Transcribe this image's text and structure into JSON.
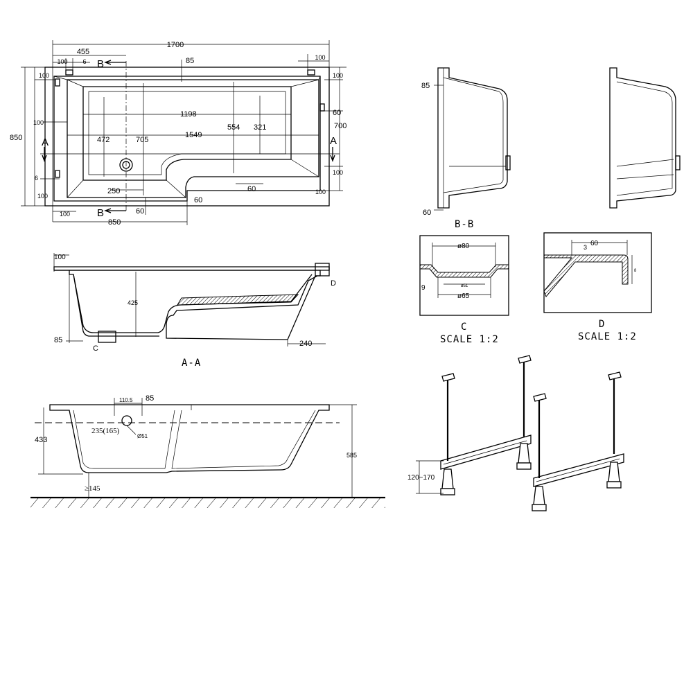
{
  "plan": {
    "dims": {
      "overall_width": "1700",
      "overall_depth": "850",
      "left_offset": "455",
      "top_left_100": "100",
      "top_left_6": "6",
      "rim_85": "85",
      "top_right_100": "100",
      "left_100_top": "100",
      "left_100_mid": "100",
      "left_6": "6",
      "left_100_bot": "100",
      "inner_1198": "1198",
      "inner_1549": "1549",
      "inner_472": "472",
      "inner_705": "705",
      "inner_554": "554",
      "inner_321": "321",
      "right_100_top": "100",
      "right_60": "60",
      "right_700": "700",
      "right_100_bot": "100",
      "right_100_b2": "100",
      "bottom_60_a": "60",
      "bottom_60_b": "60",
      "bottom_60_c": "60",
      "bottom_250": "250",
      "bottom_100": "100",
      "bottom_850": "850"
    },
    "section_labels": {
      "a_left": "A",
      "a_right": "A",
      "b_top": "B",
      "b_bottom": "B"
    }
  },
  "section_aa": {
    "title": "A-A",
    "dims": {
      "top_100": "100",
      "depth_425": "425",
      "left_85": "85",
      "right_240": "240"
    },
    "labels": {
      "c": "C",
      "d": "D"
    }
  },
  "section_bb": {
    "title": "B-B",
    "dims": {
      "rim_85": "85",
      "bottom_60": "60"
    }
  },
  "detail_c": {
    "title": "C",
    "scale": "SCALE 1:2",
    "dims": {
      "dia_80": "ø80",
      "dia_51": "ø51",
      "dia_65": "ø65",
      "thk_9": "9"
    }
  },
  "detail_d": {
    "title": "D",
    "scale": "SCALE 1:2",
    "dims": {
      "w_60": "60",
      "t_3": "3",
      "h_8": "8"
    }
  },
  "front_elevation": {
    "dims": {
      "d_110_5": "110.5",
      "d_85": "85",
      "d_235": "235(165)",
      "d_51": "Ø51",
      "d_433": "433",
      "d_585": "585",
      "d_145": "≥145"
    }
  },
  "leg_frame": {
    "dims": {
      "adjust_range": "120~170"
    }
  }
}
